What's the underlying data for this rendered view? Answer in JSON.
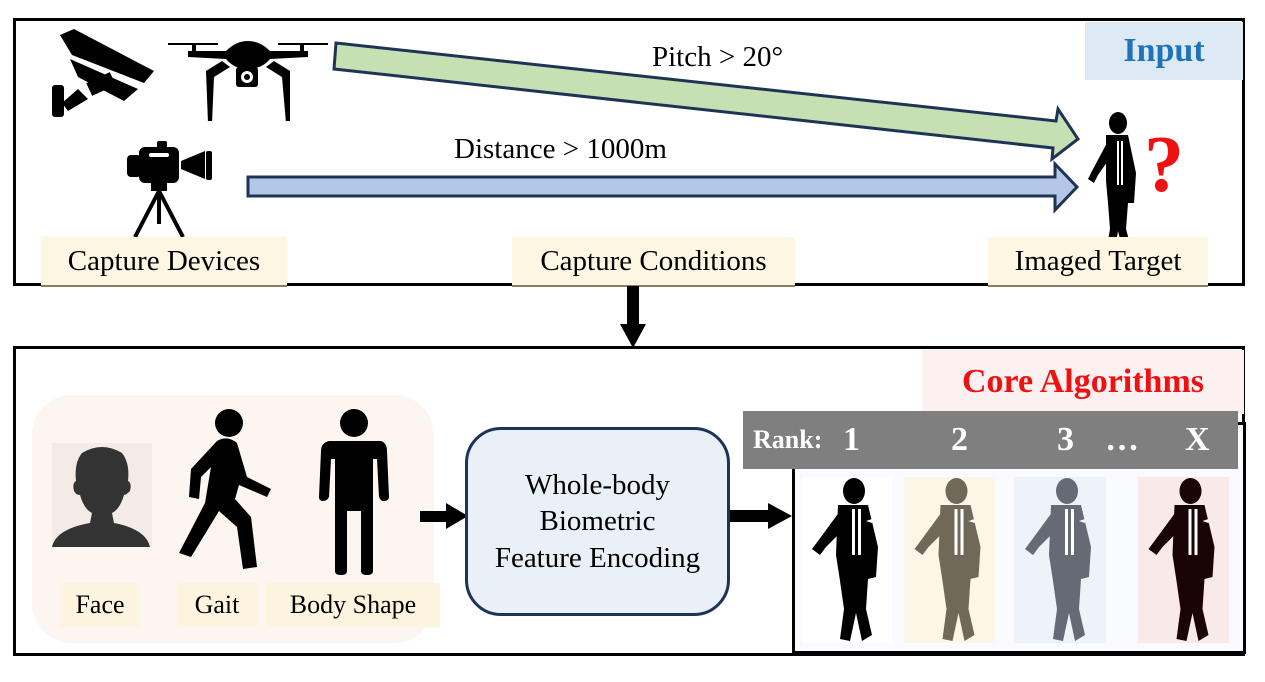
{
  "input_panel": {
    "title": "Input",
    "title_color": "#1f73b8",
    "devices_label": "Capture Devices",
    "conditions_label": "Capture Conditions",
    "target_label": "Imaged Target",
    "pitch_condition": "Pitch > 20°",
    "distance_condition": "Distance > 1000m",
    "question_mark": "?",
    "devices": [
      "cctv-camera",
      "drone",
      "tripod-video-camera"
    ]
  },
  "core_panel": {
    "title": "Core Algorithms",
    "title_color": "#ee1111",
    "features": [
      {
        "label": "Face",
        "icon": "face-silhouette"
      },
      {
        "label": "Gait",
        "icon": "walking-person"
      },
      {
        "label": "Body Shape",
        "icon": "standing-person"
      }
    ],
    "encoder_lines": [
      "Whole-body",
      "Biometric",
      "Feature Encoding"
    ],
    "rank": {
      "label": "Rank:",
      "positions": [
        "1",
        "2",
        "3",
        "…",
        "X"
      ],
      "cells": [
        {
          "rank": "1",
          "bg": "#ffffff",
          "figure": "#000000"
        },
        {
          "rank": "2",
          "bg": "#fdf6e6",
          "figure": "#706858"
        },
        {
          "rank": "3",
          "bg": "#eef3fa",
          "figure": "#656a75"
        },
        {
          "rank": "X",
          "bg": "#f9e9e9",
          "figure": "#1a0505"
        }
      ]
    }
  },
  "colors": {
    "pitch_arrow": "#c6e0b4",
    "distance_arrow": "#b4c7e7",
    "arrow_outline": "#1e3457"
  }
}
